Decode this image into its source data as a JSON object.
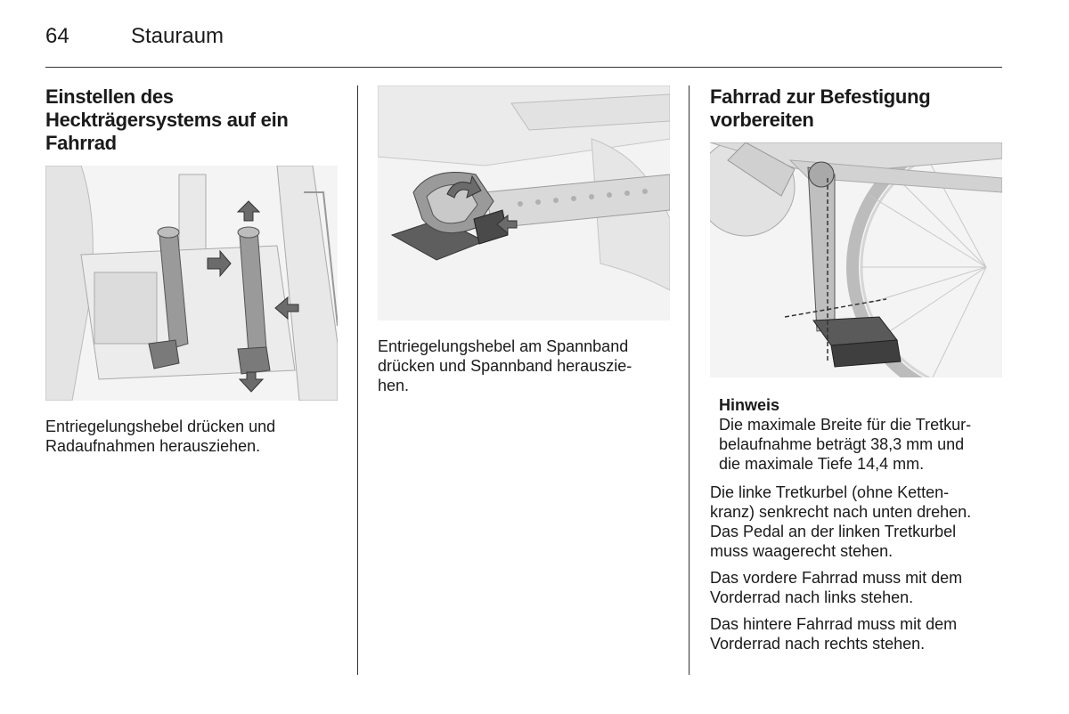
{
  "header": {
    "page_number": "64",
    "section_title": "Stauraum"
  },
  "column1": {
    "heading_lines": [
      "Einstellen des",
      "Heckträgersystems auf ein",
      "Fahrrad"
    ],
    "caption_lines": [
      "Entriegelungshebel drücken und",
      "Radaufnahmen herausziehen."
    ]
  },
  "column2": {
    "caption_lines": [
      "Entriegelungshebel am Spannband",
      "drücken und Spannband herauszie-",
      "hen."
    ]
  },
  "column3": {
    "heading_lines": [
      "Fahrrad zur Befestigung",
      "vorbereiten"
    ],
    "note_title": "Hinweis",
    "note_lines": [
      "Die maximale Breite für die Tretkur-",
      "belaufnahme beträgt 38,3 mm und",
      "die maximale Tiefe 14,4 mm."
    ],
    "paragraphs": [
      [
        "Die linke Tretkurbel (ohne Ketten-",
        "kranz) senkrecht nach unten drehen.",
        "Das Pedal an der linken Tretkurbel",
        "muss waagerecht stehen."
      ],
      [
        "Das vordere Fahrrad muss mit dem",
        "Vorderrad nach links stehen."
      ],
      [
        "Das hintere Fahrrad muss mit dem",
        "Vorderrad nach rechts stehen."
      ]
    ]
  },
  "colors": {
    "text": "#1a1a1a",
    "rule": "#333333",
    "illustration_bg": "#f3f3f3",
    "arrow_fill": "#6b6b6b"
  }
}
